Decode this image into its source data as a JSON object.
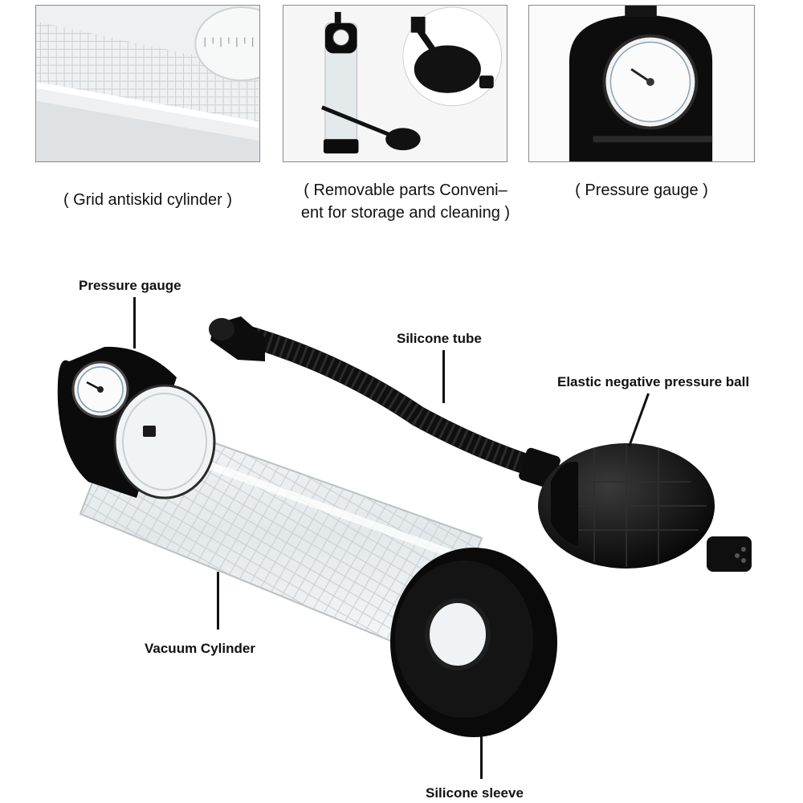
{
  "thumbnails": [
    {
      "caption": "( Grid antiskid cylinder )"
    },
    {
      "caption_line1": "( Removable parts Conveni–",
      "caption_line2": "ent for storage and cleaning )"
    },
    {
      "caption": "( Pressure gauge )"
    }
  ],
  "callouts": {
    "pressure_gauge": "Pressure gauge",
    "silicone_tube": "Silicone tube",
    "pressure_ball": "Elastic negative pressure ball",
    "vacuum_cylinder": "Vacuum Cylinder",
    "silicone_sleeve": "Silicone sleeve"
  },
  "colors": {
    "product_black": "#0c0c0c",
    "clear_plastic": "#e9eef1",
    "frame_border": "#8a8a8a"
  }
}
